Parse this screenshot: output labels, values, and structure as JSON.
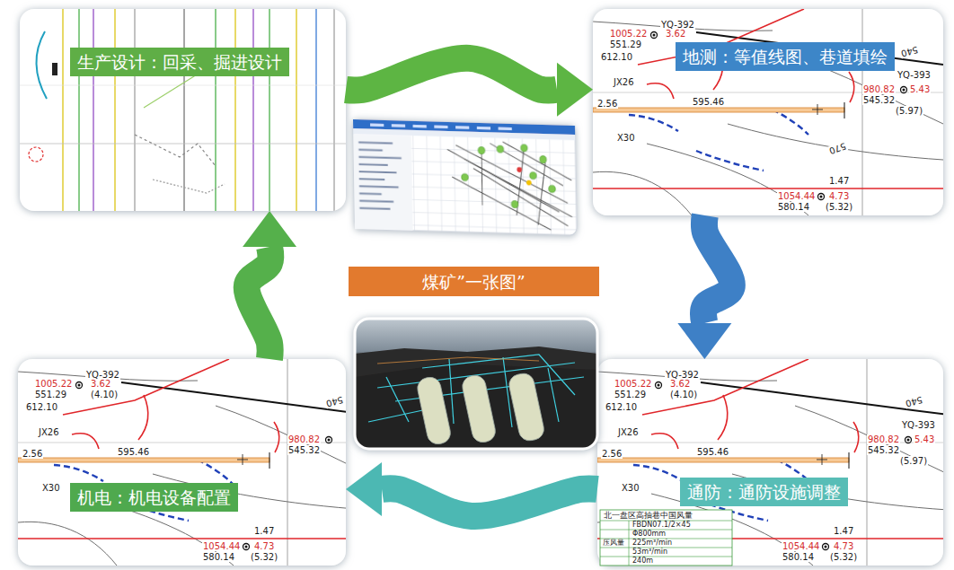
{
  "diagram": {
    "nodes": [
      {
        "text": [
          "生产设计：回采、掘进设计"
        ]
      },
      {
        "text": [
          "地测：等值线图、巷道填绘"
        ]
      },
      {
        "text": [
          "煤矿”一张图”"
        ]
      },
      {
        "text": [
          "机电：机电设备配置"
        ]
      },
      {
        "text": [
          "通防：通防设施调整"
        ]
      }
    ],
    "edges": [
      {
        "from": 0,
        "to": 1,
        "arrow": "to"
      },
      {
        "from": 1,
        "to": 4,
        "arrow": "to"
      },
      {
        "from": 4,
        "to": 3,
        "arrow": "to"
      },
      {
        "from": 3,
        "to": 0,
        "arrow": "to"
      }
    ],
    "labels": [
      "YQ-392",
      "1005.22",
      "3.62",
      "551.29",
      "612.10",
      "JX26",
      "2.56",
      "595.46",
      "X30",
      "YQ-393",
      "980.82",
      "5.43",
      "545.32",
      "(5.97)",
      "540",
      "570",
      "1.47",
      "1054.44",
      "4.73",
      "580.14",
      "(5.32)",
      "YQ-392",
      "1005.22",
      "3.62",
      "551.29",
      "(4.10)",
      "612.10",
      "JX26",
      "2.56",
      "595.46",
      "X30",
      "980.82",
      "545.32",
      "540",
      "1.47",
      "1054.44",
      "4.73",
      "580.14",
      "(5.32)",
      "YQ-392",
      "1005.22",
      "3.62",
      "551.29",
      "(4.10)",
      "612.10",
      "JX26",
      "2.56",
      "595.46",
      "X30",
      "YQ-393",
      "980.82",
      "5.43",
      "545.32",
      "(5.97)",
      "540",
      "1.47",
      "1054.44",
      "4.73",
      "580.14",
      "(5.32)",
      "北一盘区高抽巷中国风量",
      "FBDN07.1/2×45",
      "Φ800mm",
      "压风量",
      "225m³/min",
      "53m³/min",
      "240m"
    ]
  }
}
